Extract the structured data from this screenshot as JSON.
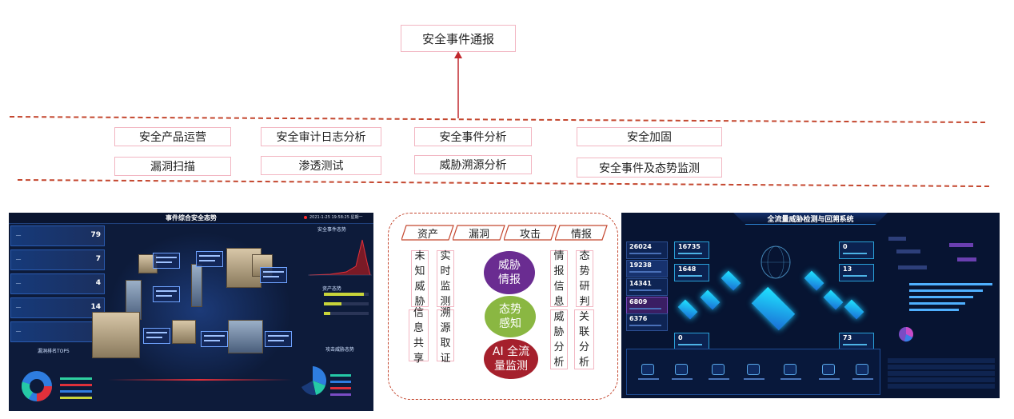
{
  "top_box": "安全事件通报",
  "row1": [
    "安全产品运营",
    "安全审计日志分析",
    "安全事件分析",
    "安全加固"
  ],
  "row2": [
    "漏洞扫描",
    "渗透测试",
    "威胁溯源分析",
    "安全事件及态势监测"
  ],
  "left_dashboard": {
    "title": "事件综合安全态势",
    "timestamp": "2021-1-25 19:58:25 星期一",
    "card_values": [
      "79",
      "7",
      "4",
      "14",
      ""
    ],
    "panel_events": "安全事件态势",
    "panel_assets": "资产态势",
    "panel_threat": "攻击威胁态势",
    "panel_top5": "漏洞排名TOP5"
  },
  "middle": {
    "tabs": [
      "资产",
      "漏洞",
      "攻击",
      "情报"
    ],
    "left_col1": [
      "未知威胁",
      "信息共享"
    ],
    "left_col2": [
      "实时监测",
      "溯源取证"
    ],
    "right_col1": [
      "情报信息",
      "威胁分析"
    ],
    "right_col2": [
      "态势研判",
      "关联分析"
    ],
    "circles": [
      "威胁情报",
      "态势感知",
      "AI 全流量监测"
    ],
    "colors": {
      "purple": "#6a2c91",
      "green": "#8ab742",
      "red": "#a5202c"
    }
  },
  "right_dashboard": {
    "title": "全流量威胁检测与回溯系统",
    "kpis": [
      "26024",
      "19238",
      "14341",
      "6809",
      "6376"
    ],
    "center_values": [
      "16735",
      "1648",
      "0",
      "0",
      "13",
      "73"
    ]
  }
}
